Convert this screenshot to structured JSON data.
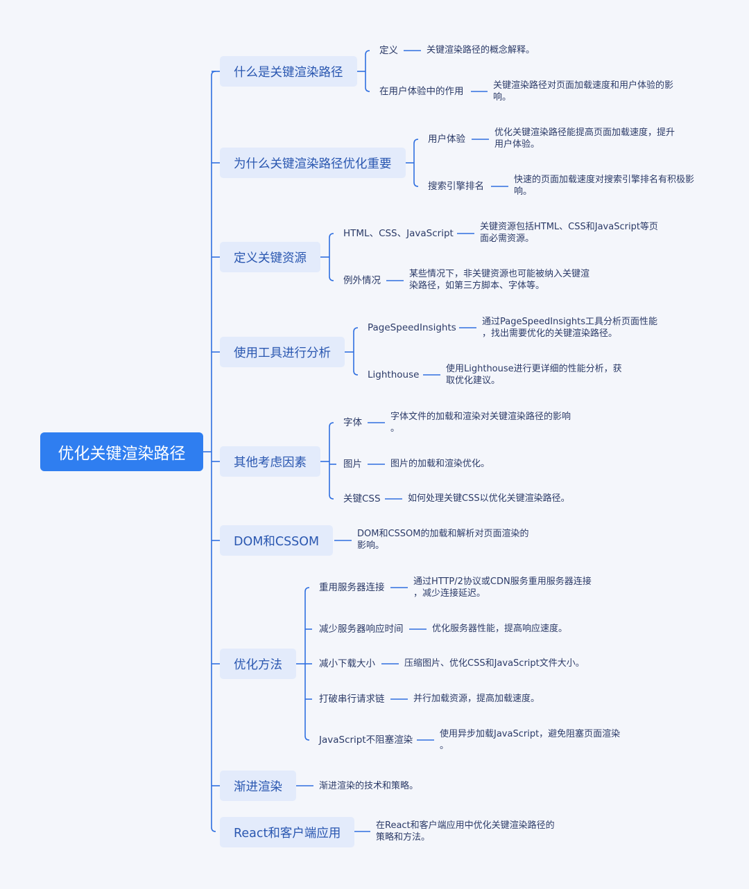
{
  "root": "优化关键渲染路径",
  "branches": [
    {
      "label": "什么是关键渲染路径",
      "children": [
        {
          "label": "定义",
          "desc": "关键渲染路径的概念解释。"
        },
        {
          "label": "在用户体验中的作用",
          "desc": "关键渲染路径对页面加载速度和用户体验的影\n响。"
        }
      ]
    },
    {
      "label": "为什么关键渲染路径优化重要",
      "children": [
        {
          "label": "用户体验",
          "desc": "优化关键渲染路径能提高页面加载速度，提升\n用户体验。"
        },
        {
          "label": "搜索引擎排名",
          "desc": "快速的页面加载速度对搜索引擎排名有积极影\n响。"
        }
      ]
    },
    {
      "label": "定义关键资源",
      "children": [
        {
          "label": "HTML、CSS、JavaScript",
          "desc": "关键资源包括HTML、CSS和JavaScript等页\n面必需资源。"
        },
        {
          "label": "例外情况",
          "desc": "某些情况下，非关键资源也可能被纳入关键渲\n染路径，如第三方脚本、字体等。"
        }
      ]
    },
    {
      "label": "使用工具进行分析",
      "children": [
        {
          "label": "PageSpeedInsights",
          "desc": "通过PageSpeedInsights工具分析页面性能\n，找出需要优化的关键渲染路径。"
        },
        {
          "label": "Lighthouse",
          "desc": "使用Lighthouse进行更详细的性能分析，获\n取优化建议。"
        }
      ]
    },
    {
      "label": "其他考虑因素",
      "children": [
        {
          "label": "字体",
          "desc": "字体文件的加载和渲染对关键渲染路径的影响\n。"
        },
        {
          "label": "图片",
          "desc": "图片的加载和渲染优化。"
        },
        {
          "label": "关键CSS",
          "desc": "如何处理关键CSS以优化关键渲染路径。"
        }
      ]
    },
    {
      "label": "DOM和CSSOM",
      "desc": "DOM和CSSOM的加载和解析对页面渲染的\n影响。"
    },
    {
      "label": "优化方法",
      "children": [
        {
          "label": "重用服务器连接",
          "desc": "通过HTTP/2协议或CDN服务重用服务器连接\n，减少连接延迟。"
        },
        {
          "label": "减少服务器响应时间",
          "desc": "优化服务器性能，提高响应速度。"
        },
        {
          "label": "减小下载大小",
          "desc": "压缩图片、优化CSS和JavaScript文件大小。"
        },
        {
          "label": "打破串行请求链",
          "desc": "并行加载资源，提高加载速度。"
        },
        {
          "label": "JavaScript不阻塞渲染",
          "desc": "使用异步加载JavaScript，避免阻塞页面渲染\n。"
        }
      ]
    },
    {
      "label": "渐进渲染",
      "desc": "渐进渲染的技术和策略。"
    },
    {
      "label": "React和客户端应用",
      "desc": "在React和客户端应用中优化关键渲染路径的\n策略和方法。"
    }
  ],
  "colors": {
    "root": "#2f7ef0",
    "node_bg": "#e3ebfb",
    "line": "#2f6fe0",
    "text": "#2b3a67"
  }
}
